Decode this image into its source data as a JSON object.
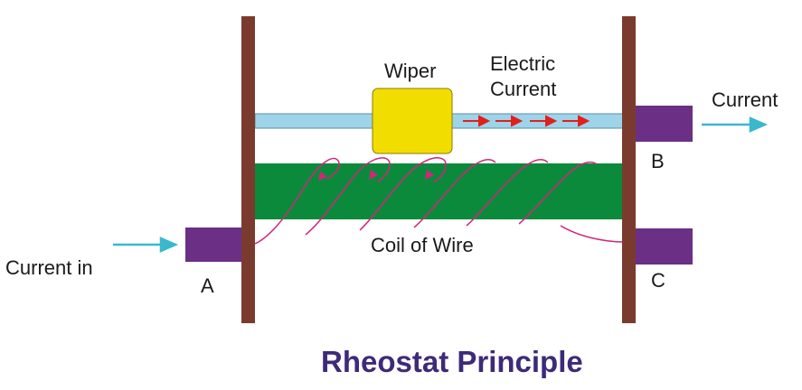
{
  "labels": {
    "wiper": "Wiper",
    "electric_current_line1": "Electric",
    "electric_current_line2": "Current",
    "current_out": "Current",
    "terminal_b": "B",
    "coil_of_wire": "Coil of Wire",
    "current_in": "Current in",
    "terminal_a": "A",
    "terminal_c": "C",
    "title": "Rheostat Principle"
  },
  "colors": {
    "post": "#7a3b2e",
    "rod": "#9fd3e8",
    "rod_stroke": "#5a8fa8",
    "wiper": "#f2dd00",
    "coil_bar": "#0b8a3c",
    "terminal": "#6b2f86",
    "arrow": "#3bb8cc",
    "red_arrow": "#e0201c",
    "coil_wire": "#d4247a",
    "title": "#3d2a7a"
  }
}
